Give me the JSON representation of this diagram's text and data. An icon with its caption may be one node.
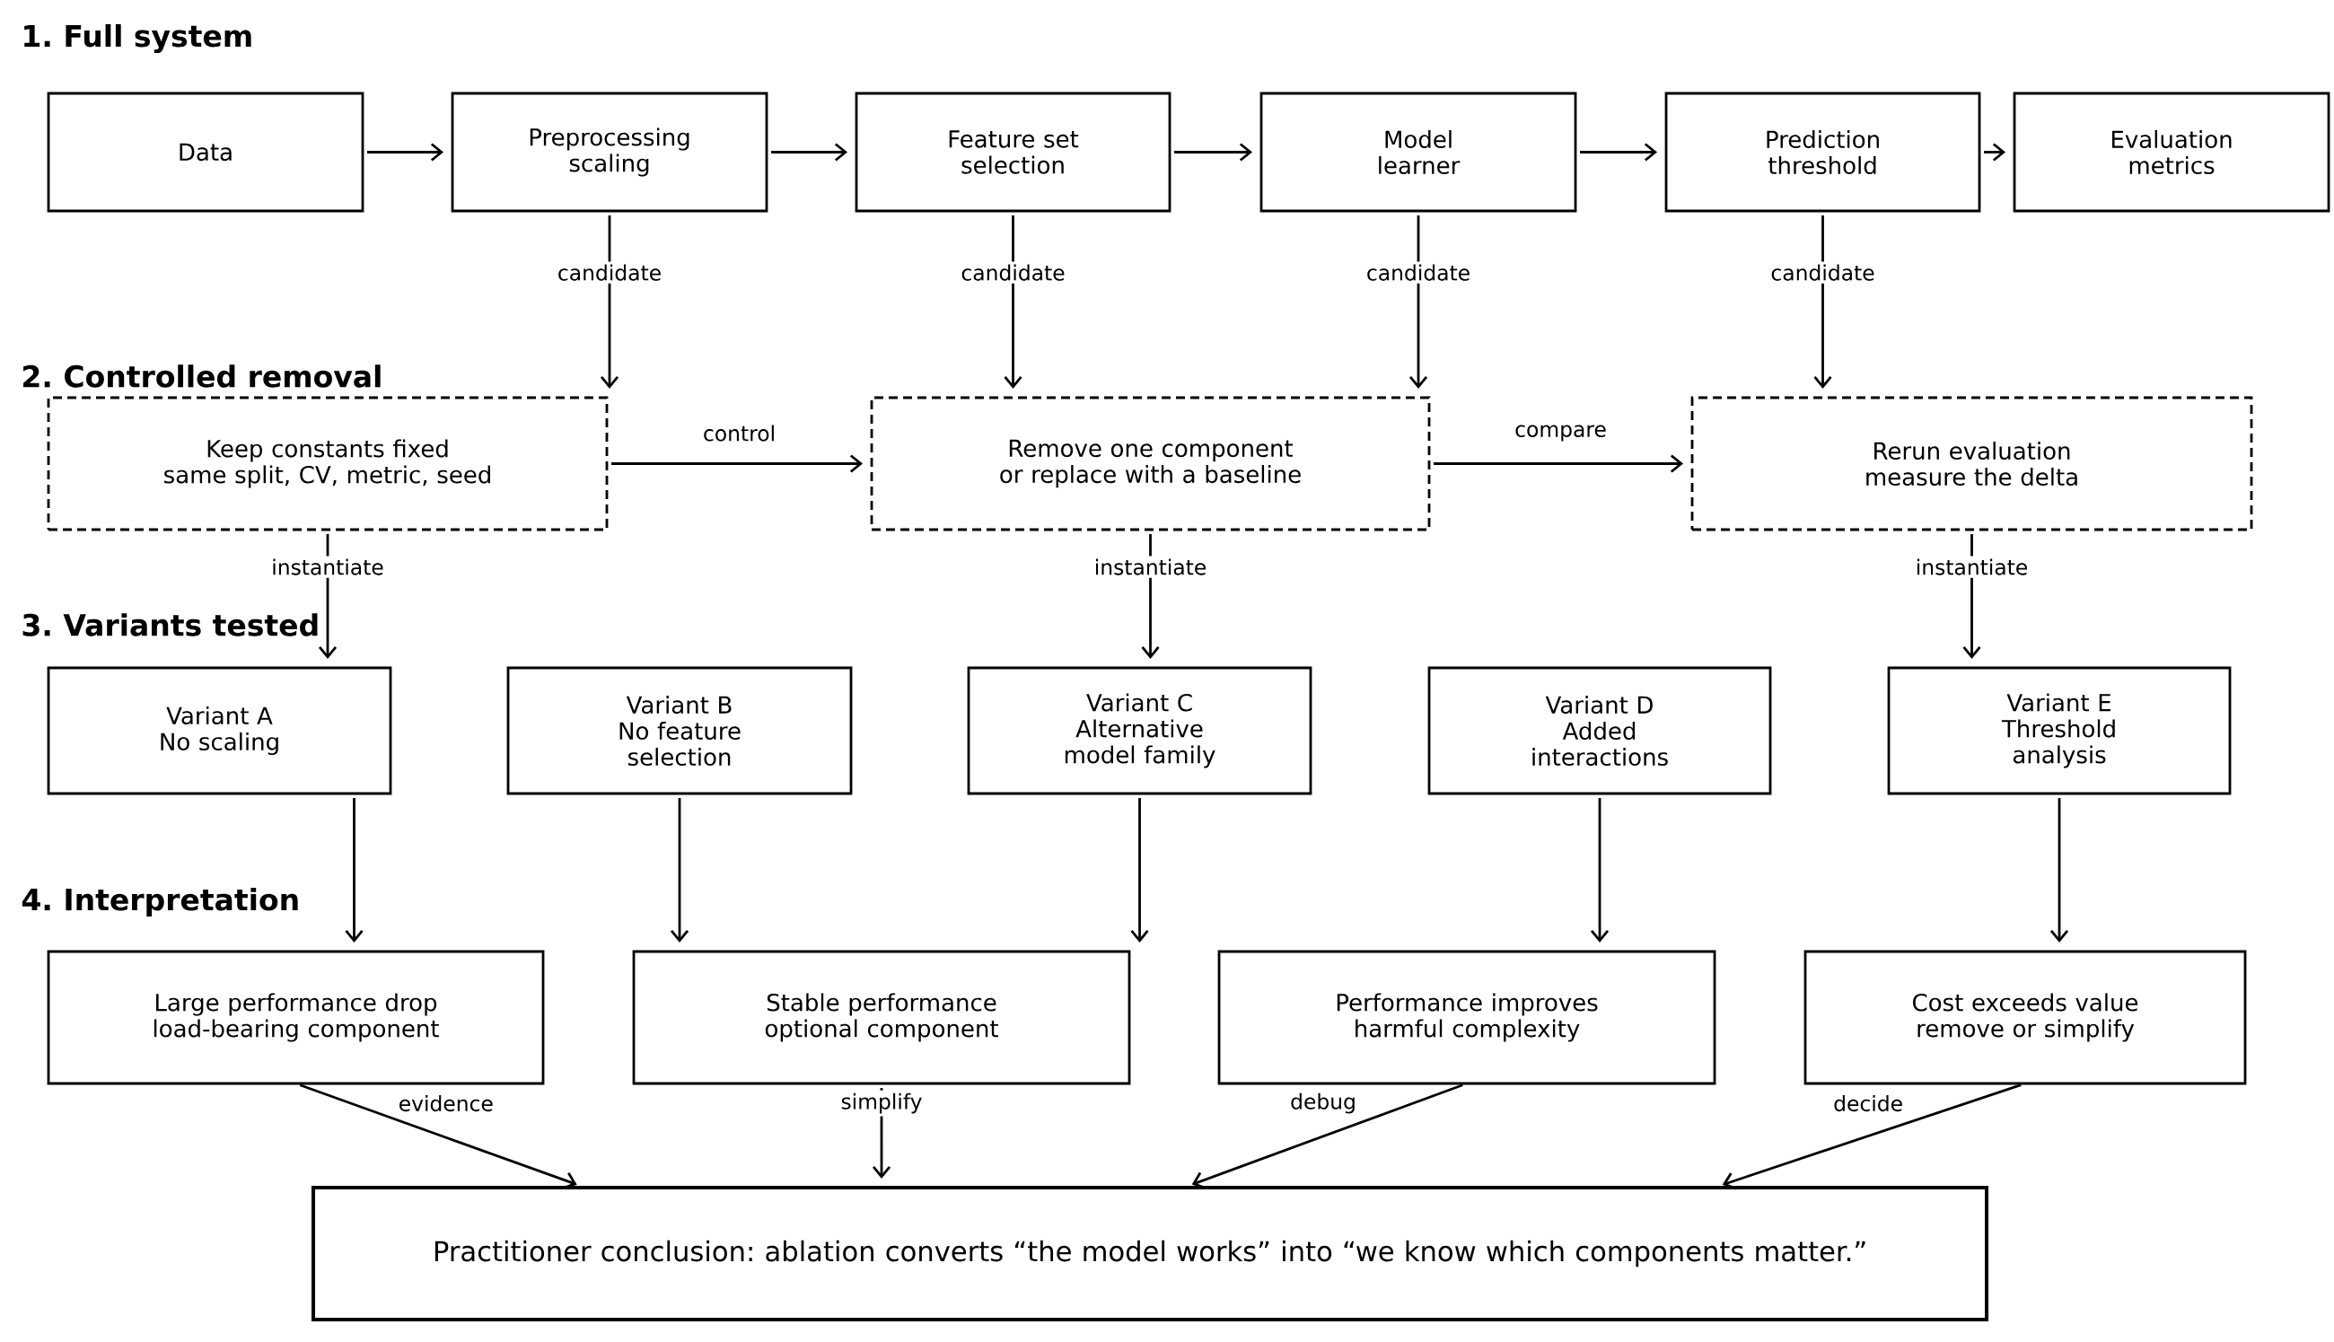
{
  "diagram": {
    "nodes": [
      {
        "text": [
          "Data"
        ]
      },
      {
        "text": [
          "Preprocessing",
          "scaling"
        ]
      },
      {
        "text": [
          "Feature set",
          "selection"
        ]
      },
      {
        "text": [
          "Model",
          "learner"
        ]
      },
      {
        "text": [
          "Prediction",
          "threshold"
        ]
      },
      {
        "text": [
          "Evaluation",
          "metrics"
        ]
      },
      {
        "text": [
          "Keep constants fixed",
          "same split, CV, metric, seed"
        ]
      },
      {
        "text": [
          "Remove one component",
          "or replace with a baseline"
        ]
      },
      {
        "text": [
          "Rerun evaluation",
          "measure the delta"
        ]
      },
      {
        "text": [
          "Variant A",
          "No scaling"
        ]
      },
      {
        "text": [
          "Variant B",
          "No feature selection"
        ]
      },
      {
        "text": [
          "Variant C",
          "Alternative model family"
        ]
      },
      {
        "text": [
          "Variant D",
          "Added interactions"
        ]
      },
      {
        "text": [
          "Variant E",
          "Threshold analysis"
        ]
      },
      {
        "text": [
          "Large performance drop",
          "load-bearing component"
        ]
      },
      {
        "text": [
          "Stable performance",
          "optional component"
        ]
      },
      {
        "text": [
          "Performance improves",
          "harmful complexity"
        ]
      },
      {
        "text": [
          "Cost exceeds value",
          "remove or simplify"
        ]
      },
      {
        "text": [
          "Practitioner conclusion: ablation converts “the model works” into “we know which components matter.”"
        ]
      }
    ],
    "edges": [
      {
        "from": 0,
        "to": 1,
        "arrow": "to"
      },
      {
        "from": 1,
        "to": 2,
        "arrow": "to"
      },
      {
        "from": 2,
        "to": 3,
        "arrow": "to"
      },
      {
        "from": 3,
        "to": 4,
        "arrow": "to"
      },
      {
        "from": 4,
        "to": 5,
        "arrow": "to"
      },
      {
        "from": 1,
        "to": 6,
        "arrow": "to",
        "label": "candidate"
      },
      {
        "from": 2,
        "to": 7,
        "arrow": "to",
        "label": "candidate"
      },
      {
        "from": 3,
        "to": 7,
        "arrow": "to",
        "label": "candidate"
      },
      {
        "from": 4,
        "to": 8,
        "arrow": "to",
        "label": "candidate"
      },
      {
        "from": 6,
        "to": 7,
        "arrow": "to",
        "label": "control"
      },
      {
        "from": 7,
        "to": 8,
        "arrow": "to",
        "label": "compare"
      },
      {
        "from": 6,
        "to": 9,
        "arrow": "to",
        "label": "instantiate"
      },
      {
        "from": 7,
        "to": 11,
        "arrow": "to",
        "label": "instantiate"
      },
      {
        "from": 8,
        "to": 13,
        "arrow": "to",
        "label": "instantiate"
      },
      {
        "from": 9,
        "to": 14,
        "arrow": "to"
      },
      {
        "from": 10,
        "to": 15,
        "arrow": "to"
      },
      {
        "from": 11,
        "to": 15,
        "arrow": "to"
      },
      {
        "from": 12,
        "to": 16,
        "arrow": "to"
      },
      {
        "from": 13,
        "to": 17,
        "arrow": "to"
      },
      {
        "from": 14,
        "to": 18,
        "arrow": "to",
        "label": "evidence"
      },
      {
        "from": 15,
        "to": 18,
        "arrow": "to",
        "label": "simplify"
      },
      {
        "from": 16,
        "to": 18,
        "arrow": "to",
        "label": "debug"
      },
      {
        "from": 17,
        "to": 18,
        "arrow": "to",
        "label": "decide"
      }
    ],
    "labels": [
      "1. Full system",
      "2. Controlled removal",
      "3. Variants tested",
      "4. Interpretation"
    ]
  }
}
